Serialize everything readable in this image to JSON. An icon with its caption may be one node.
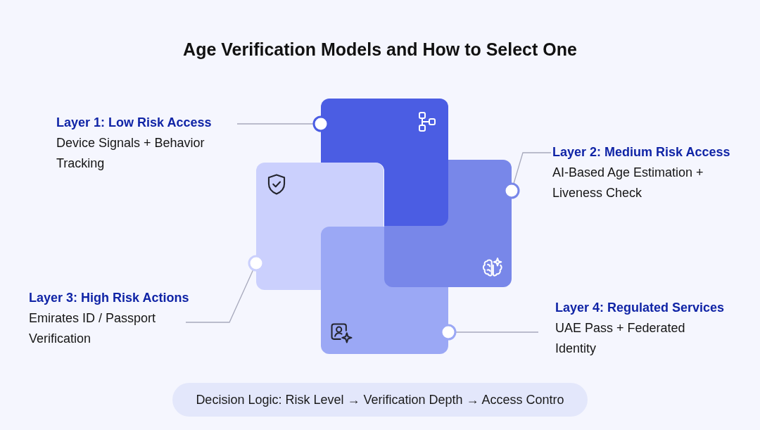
{
  "diagram": {
    "title": "Age Verification Models and How to Select One",
    "nodes": [
      {
        "text": [],
        "shape": "box"
      },
      {
        "text": [
          "Layer 1: Low Risk Access",
          "Device Signals + Behavior Tracking"
        ]
      },
      {
        "text": [
          "Layer 2: Medium Risk Access",
          "AI-Based Age Estimation + Liveness Check"
        ]
      },
      {
        "text": [],
        "shape": "box"
      },
      {
        "text": [],
        "shape": "box"
      },
      {
        "text": [],
        "shape": "box"
      },
      {
        "text": [
          "Layer 3: High Risk Actions",
          "Emirates ID / Passport Verification"
        ]
      },
      {
        "text": [
          "Layer 4: Regulated Services",
          "UAE Pass + Federated Identity"
        ]
      },
      {
        "text": [
          "Decision Logic: Risk Level → Verification Depth → Access Contro"
        ]
      }
    ],
    "edges": [
      {
        "from": 1,
        "to": 0,
        "arrow": "other"
      },
      {
        "from": 2,
        "to": 3,
        "arrow": "other"
      },
      {
        "from": 6,
        "to": 4,
        "arrow": "other"
      },
      {
        "from": 7,
        "to": 5,
        "arrow": "other"
      }
    ]
  }
}
